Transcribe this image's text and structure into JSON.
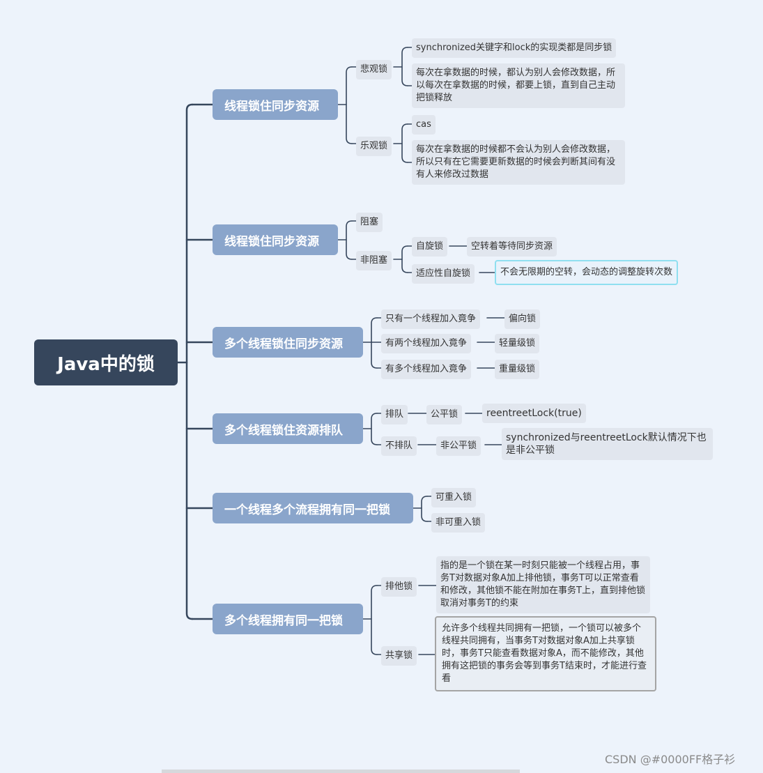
{
  "root": "Java中的锁",
  "branches": [
    {
      "label": "线程锁住同步资源",
      "children": [
        {
          "label": "悲观锁",
          "children": [
            "synchronized关键字和lock的实现类都是同步锁",
            "每次在拿数据的时候，都认为别人会修改数据，所以每次在拿数据的时候，都要上锁，直到自己主动把锁释放"
          ]
        },
        {
          "label": "乐观锁",
          "children": [
            "cas",
            "每次在拿数据的时候都不会认为别人会修改数据，所以只有在它需要更新数据的时候会判断其间有没有人来修改过数据"
          ]
        }
      ]
    },
    {
      "label": "线程锁住同步资源",
      "children": [
        {
          "label": "阻塞"
        },
        {
          "label": "非阻塞",
          "children": [
            {
              "label": "自旋锁",
              "child": "空转着等待同步资源"
            },
            {
              "label": "适应性自旋锁",
              "child": "不会无限期的空转，会动态的调整旋转次数"
            }
          ]
        }
      ]
    },
    {
      "label": "多个线程锁住同步资源",
      "children": [
        {
          "label": "只有一个线程加入竟争",
          "child": "偏向锁"
        },
        {
          "label": "有两个线程加入竟争",
          "child": "轻量级锁"
        },
        {
          "label": "有多个线程加入竟争",
          "child": "重量级锁"
        }
      ]
    },
    {
      "label": "多个线程锁住资源排队",
      "children": [
        {
          "label": "排队",
          "child": "公平锁",
          "grandchild": "reentreetLock(true)"
        },
        {
          "label": "不排队",
          "child": "非公平锁",
          "grandchild": "synchronized与reentreetLock默认情况下也是非公平锁"
        }
      ]
    },
    {
      "label": "一个线程多个流程拥有同一把锁",
      "children": [
        {
          "label": "可重入锁"
        },
        {
          "label": "非可重入锁"
        }
      ]
    },
    {
      "label": "多个线程拥有同一把锁",
      "children": [
        {
          "label": "排他锁",
          "child": "指的是一个锁在某一时刻只能被一个线程占用，事务T对数据对象A加上排他锁，事务T可以正常查看和修改，其他锁不能在附加在事务T上，直到排他锁取消对事务T的约束"
        },
        {
          "label": "共享锁",
          "child": "允许多个线程共同拥有一把锁，一个锁可以被多个线程共同拥有，当事务T对数据对象A加上共享锁时，事务T只能查看数据对象A，而不能修改，其他拥有这把锁的事务会等到事务T结束时，才能进行查看"
        }
      ]
    }
  ],
  "watermark": "CSDN @#0000FF格子衫",
  "colors": {
    "background": "#edf3fb",
    "root": "#36465c",
    "main": "#8aa5cb",
    "leaf": "#e1e6ee",
    "line": "#36465c"
  }
}
